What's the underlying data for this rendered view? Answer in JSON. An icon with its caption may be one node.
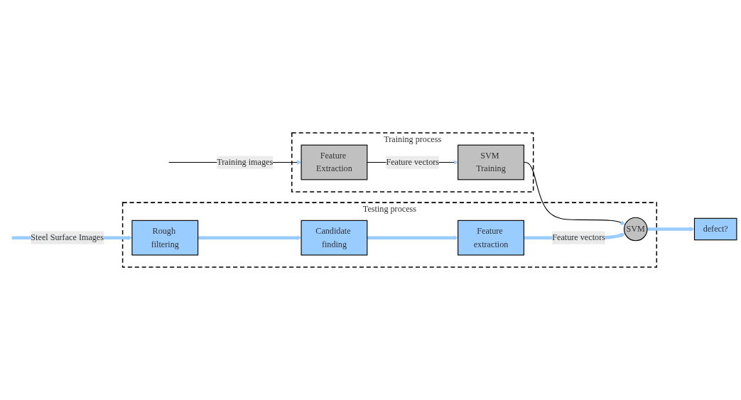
{
  "diagram": {
    "nodes": [
      {
        "text": [
          "Training process"
        ]
      },
      {
        "text": [
          "Feature Extraction"
        ],
        "in": 0
      },
      {
        "text": [
          "SVM Training"
        ],
        "in": 0
      },
      {
        "text": [
          "Testing process"
        ]
      },
      {
        "text": [
          "Rough filtering"
        ],
        "in": 3
      },
      {
        "text": [
          "Candidate finding"
        ],
        "in": 3
      },
      {
        "text": [
          "Feature extraction"
        ],
        "in": 3
      },
      {
        "text": [
          "SVM"
        ],
        "in": 3
      },
      {
        "text": [
          "defect?"
        ]
      }
    ],
    "edges": [
      {
        "from": null,
        "to": 1,
        "arrow": "to",
        "label": "Training images",
        "color": "#000000"
      },
      {
        "from": 1,
        "to": 2,
        "arrow": "to",
        "label": "Feature vectors",
        "color": "#000000"
      },
      {
        "from": 2,
        "to": 7,
        "arrow": "to",
        "color": "#000000"
      },
      {
        "from": null,
        "to": 4,
        "arrow": "to",
        "label": "Steel Surface Images"
      },
      {
        "from": 4,
        "to": 5,
        "arrow": "to"
      },
      {
        "from": 5,
        "to": 6,
        "arrow": "to"
      },
      {
        "from": 6,
        "to": 7,
        "arrow": "to",
        "label": "Feature vectors"
      },
      {
        "from": 7,
        "to": 8,
        "arrow": "to"
      }
    ]
  }
}
